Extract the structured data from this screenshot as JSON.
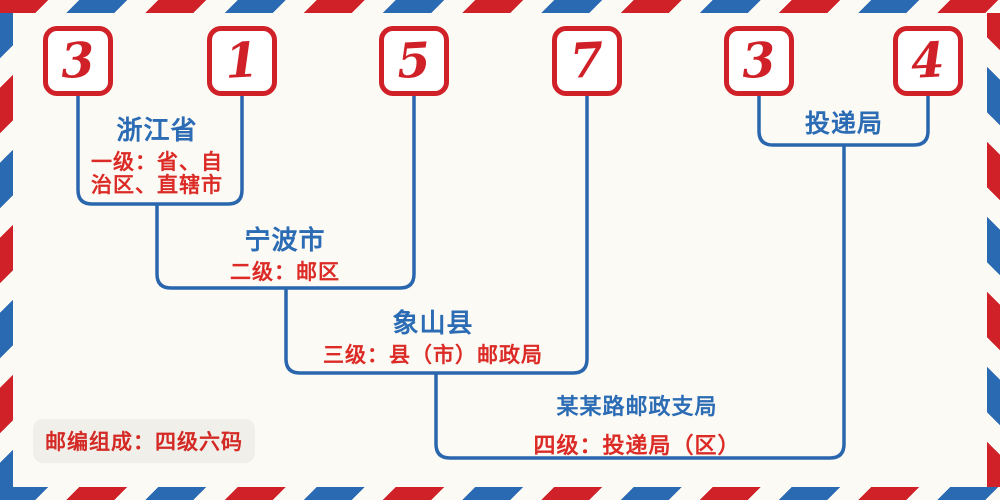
{
  "diagram": {
    "postal_code": {
      "digits": [
        "3",
        "1",
        "5",
        "7",
        "3",
        "4"
      ]
    },
    "levels": [
      {
        "title": "浙江省",
        "desc_lines": [
          "一级：省、自",
          "治区、直辖市"
        ]
      },
      {
        "title": "宁波市",
        "desc": "二级：邮区"
      },
      {
        "title": "象山县",
        "desc": "三级：县（市）邮政局"
      },
      {
        "title": "某某路邮政支局",
        "desc": "四级：投递局（区）"
      },
      {
        "title": "投递局"
      }
    ],
    "footer_badge": "邮编组成：四级六码",
    "colors": {
      "background": "#fbfaf5",
      "stripe_red": "#d02128",
      "stripe_blue": "#2a6ab3",
      "digit_red": "#d02128",
      "line_blue": "#2a66ae",
      "title_blue": "#2b6cb5",
      "desc_red": "#dc2b26",
      "badge_bg": "#f1efe9"
    }
  }
}
